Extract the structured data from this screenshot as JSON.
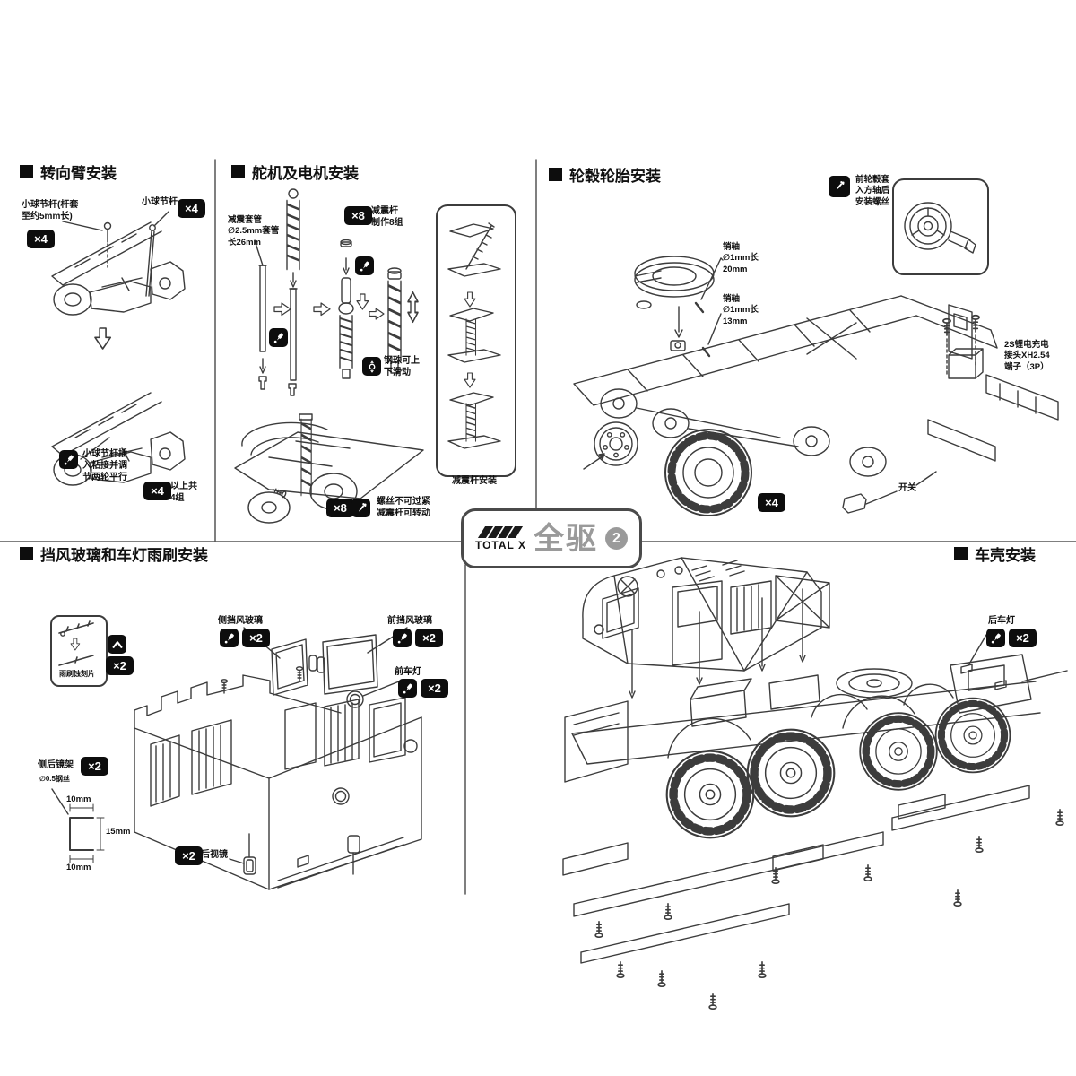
{
  "logo": {
    "brand": "TOTAL X",
    "product": "全驱",
    "number": "2"
  },
  "sections": {
    "steering": {
      "title": "转向臂安装",
      "label_sleeve": "小球节杆(杆套\n至约5mm长)",
      "qty_sleeve": "×4",
      "label_rod": "小球节杆",
      "qty_rod": "×4",
      "glue_note": "小球节杆插\n入粘接并调\n节两轮平行",
      "qty_total": "×4",
      "total_note": "以上共\n4组"
    },
    "shock": {
      "title": "舵机及电机安装",
      "tube_label": "减震套管\n∅2.5mm套管\n长26mm",
      "qty_make": "×8",
      "make_note": "减震杆\n制作8组",
      "ball_note": "钢珠可上\n下滑动",
      "qty_screw": "×8",
      "screw_note": "螺丝不可过紧\n减震杆可转动",
      "box_label": "减震杆安装"
    },
    "wheel": {
      "title": "轮毂轮胎安装",
      "inset_note": "前轮毂套\n入方轴后\n安装螺丝",
      "pin_20": "销轴\n∅1mm长\n20mm",
      "pin_13": "销轴\n∅1mm长\n13mm",
      "battery_note": "2S锂电充电\n接头XH2.54\n端子（3P）",
      "switch_label": "开关",
      "qty_tire": "×4"
    },
    "windshield": {
      "title": "挡风玻璃和车灯雨刷安装",
      "wiper_label": "雨刷蚀刻片",
      "wiper_qty": "×2",
      "side_glass": "侧挡风玻璃",
      "side_glass_qty": "×2",
      "front_glass": "前挡风玻璃",
      "front_glass_qty": "×2",
      "headlight": "前车灯",
      "headlight_qty": "×2",
      "mirror_frame": "侧后镜架",
      "mirror_frame_qty": "×2",
      "wire_note": "∅0.5钢丝",
      "dim_top": "10mm",
      "dim_side": "15mm",
      "dim_bottom": "10mm",
      "mirror": "后视镜",
      "mirror_qty": "×2"
    },
    "shell": {
      "title": "车壳安装",
      "taillight": "后车灯",
      "taillight_qty": "×2"
    }
  }
}
